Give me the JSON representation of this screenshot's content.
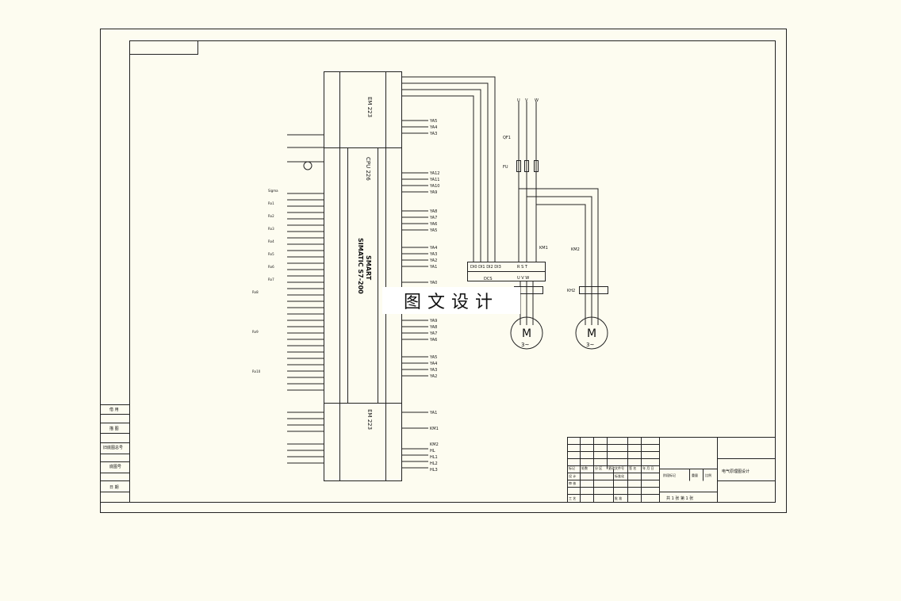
{
  "diagram": {
    "watermark": "图文设计",
    "title_block_name": "电气原理图设计",
    "modules": {
      "ext_top": "EM 223",
      "cpu": "CPU 226",
      "cpu_brand": "SIMATIC S7-200",
      "cpu_sub": "SMART",
      "ext_bottom": "EM 223"
    },
    "inverter": {
      "inputs": "DI0 DI1 DI2 DI3",
      "label": "DCS",
      "terminals_in": "R S T",
      "terminals_out": "U V W"
    },
    "power_labels": {
      "phases": [
        "U",
        "V",
        "W"
      ],
      "breaker": "QF1",
      "fuse": "FU",
      "contactor1": "KM1",
      "contactor2": "KM2",
      "relay2": "KH2"
    },
    "motors": [
      {
        "symbol": "M",
        "phase": "3~"
      },
      {
        "symbol": "M",
        "phase": "3~"
      }
    ],
    "valve_labels": [
      "YA5",
      "YA4",
      "YA3",
      "YA12",
      "YA11",
      "YA10",
      "YA9",
      "YA8",
      "YA7",
      "YA6",
      "YA5",
      "YA4",
      "YA3",
      "YA2",
      "YA1",
      "YA0",
      "YA9",
      "YA8",
      "YA7",
      "YA6",
      "YA5",
      "YA4",
      "YA3",
      "YA2",
      "YA1",
      "KM1",
      "KM2",
      "HL",
      "HL1",
      "HL2",
      "HL3"
    ],
    "left_labels": [
      "Sigma",
      "Rx1",
      "Rx2",
      "Rx3",
      "Rx4",
      "Rx5",
      "Rx6",
      "Rx7",
      "Rx8",
      "Rx9",
      "Rx10"
    ],
    "sidebar_labels": [
      "借 用",
      "描 图",
      "旧底图总号",
      "底图号",
      "日 期"
    ],
    "title_block_rows": [
      "标记",
      "处数",
      "分 区",
      "更改文件号",
      "签 名",
      "年 月 日",
      "设 计",
      "审 核",
      "工 艺",
      "标准化",
      "批 准",
      "阶段标记",
      "重量",
      "比例"
    ],
    "sheet_text": "共 1 张 第 1 张"
  }
}
